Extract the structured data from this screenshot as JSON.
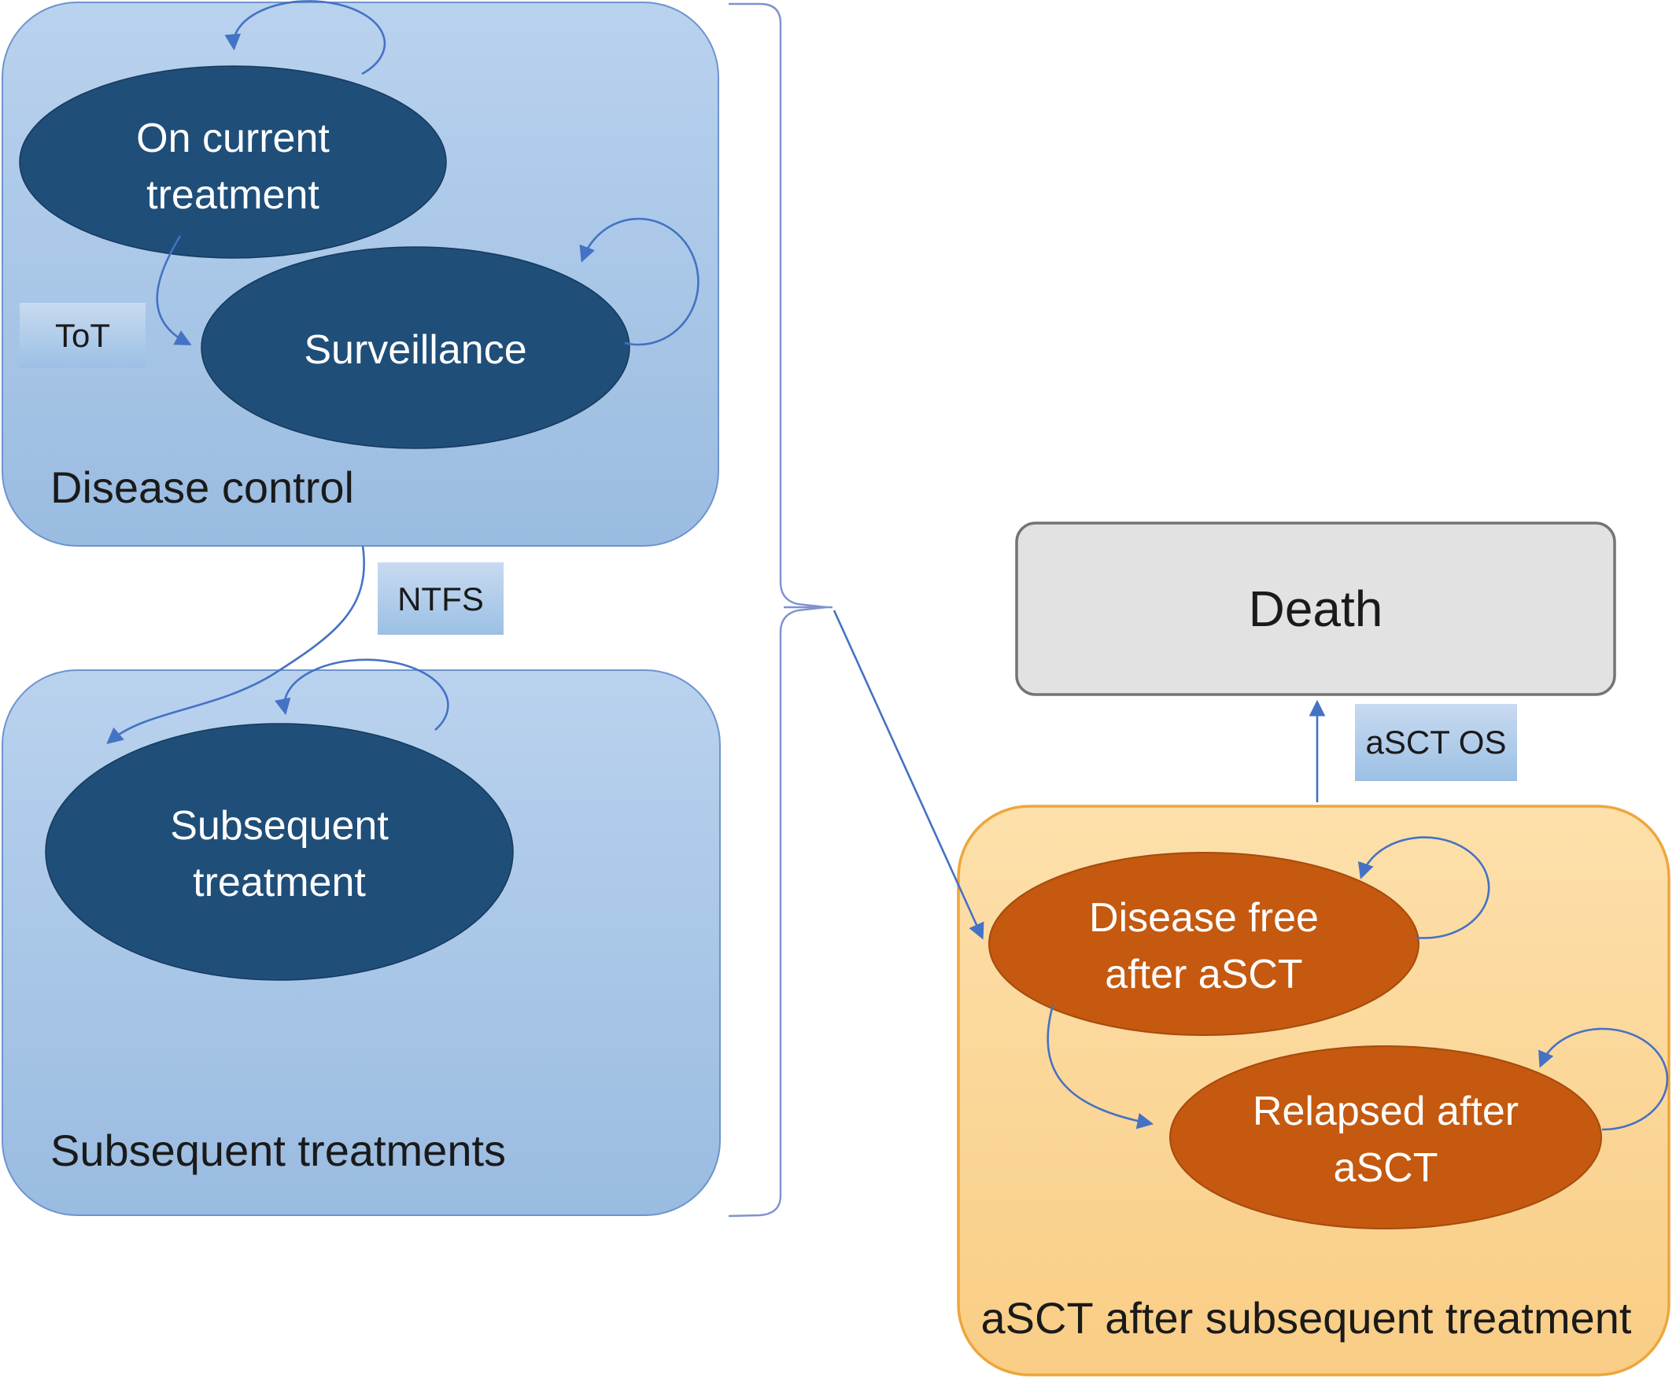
{
  "diagram": {
    "groups": {
      "disease_control": {
        "label": "Disease control"
      },
      "subsequent_treatments": {
        "label": "Subsequent treatments"
      },
      "asct_after_subsequent_treatment": {
        "label": "aSCT after subsequent treatment"
      }
    },
    "states": {
      "on_current_treatment": {
        "line1": "On current",
        "line2": "treatment"
      },
      "surveillance": {
        "label": "Surveillance"
      },
      "subsequent_treatment": {
        "line1": "Subsequent",
        "line2": "treatment"
      },
      "death": {
        "label": "Death"
      },
      "disease_free_after_asct": {
        "line1": "Disease free",
        "line2": "after aSCT"
      },
      "relapsed_after_asct": {
        "line1": "Relapsed after",
        "line2": "aSCT"
      }
    },
    "transition_labels": {
      "tot": "ToT",
      "ntfs": "NTFS",
      "asct_os": "aSCT OS"
    },
    "colors": {
      "arrow_blue": "#4472c4",
      "bracket_blue": "#7e92cf",
      "dark_blue_state": "#1f4e79",
      "light_blue_box_top": "#b9d2ee",
      "light_blue_box_bottom": "#9abce1",
      "light_blue_box_border": "#6d94ce",
      "label_box_top": "#c8daf0",
      "label_box_bottom": "#9cc0e5",
      "orange_box_top": "#fde0ab",
      "orange_box_bottom": "#f9cd85",
      "orange_box_border": "#eda63c",
      "orange_state": "#c4590f",
      "orange_state_border": "#a64b0d",
      "death_fill": "#e2e2e2",
      "death_border": "#747474",
      "text_dark": "#1a1a1a",
      "text_light": "#ffffff"
    }
  }
}
